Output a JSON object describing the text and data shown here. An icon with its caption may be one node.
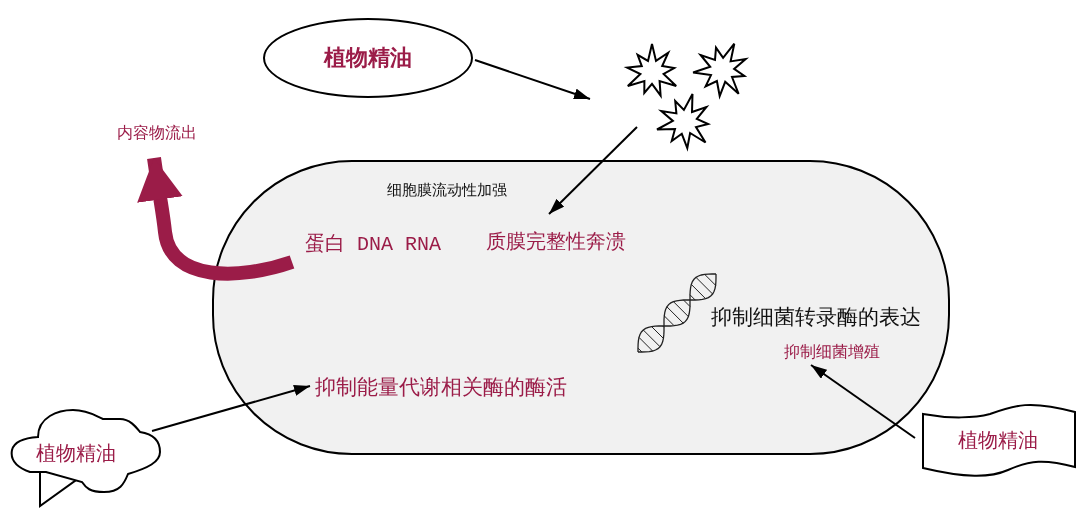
{
  "diagram": {
    "nodes": [
      {
        "text": [
          "植物精油"
        ]
      },
      {
        "text": [],
        "shape": "star"
      },
      {
        "text": [],
        "shape": "capsule"
      },
      {
        "text": [
          "细胞膜流动性加强"
        ],
        "in": 2
      },
      {
        "text": [
          "蛋白 DNA RNA"
        ],
        "in": 2
      },
      {
        "text": [
          "质膜完整性奔溃"
        ],
        "in": 2
      },
      {
        "text": [
          "抑制细菌转录酶的表达"
        ],
        "in": 2
      },
      {
        "text": [
          "抑制细菌增殖"
        ],
        "in": 2
      },
      {
        "text": [
          "抑制能量代谢相关酶的酶活"
        ],
        "in": 2
      },
      {
        "text": [
          "内容物流出"
        ]
      },
      {
        "text": [
          "植物精油"
        ]
      },
      {
        "text": [
          "植物精油"
        ]
      }
    ],
    "edges": [
      {
        "from": 0,
        "to": 1,
        "arrow": "to"
      },
      {
        "from": 1,
        "to": 5,
        "arrow": "to"
      },
      {
        "from": 4,
        "to": 9,
        "arrow": "to",
        "style": "thick",
        "color": "#9b1c48"
      },
      {
        "from": 10,
        "to": 8,
        "arrow": "to"
      },
      {
        "from": 11,
        "to": 7,
        "arrow": "to"
      }
    ]
  }
}
